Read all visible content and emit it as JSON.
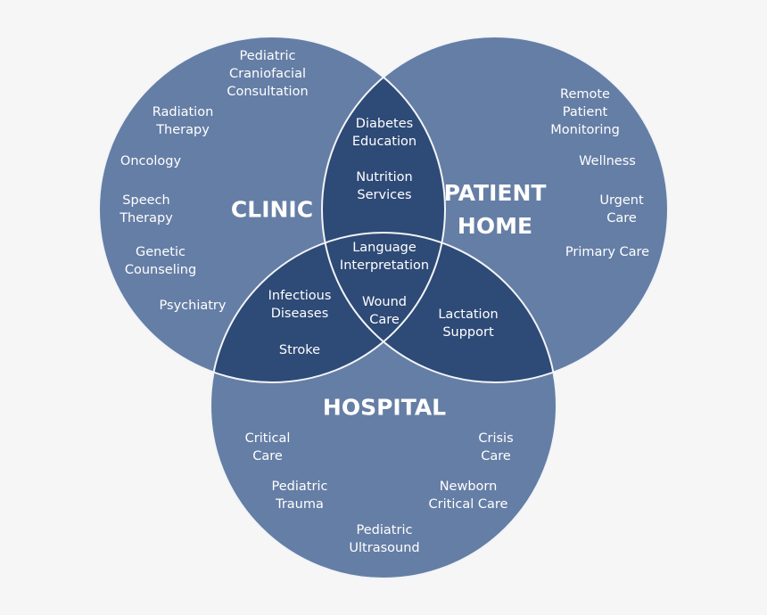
{
  "colors": {
    "background": "#f6f6f6",
    "circle_fill": "#657ea5",
    "circle_outline": "#f2f4f8",
    "overlap_fill": "#2e4a76",
    "text": "#ffffff"
  },
  "sets": [
    {
      "id": "clinic",
      "title": [
        "CLINIC"
      ]
    },
    {
      "id": "patient-home",
      "title": [
        "PATIENT",
        "HOME"
      ]
    },
    {
      "id": "hospital",
      "title": [
        "HOSPITAL"
      ]
    }
  ],
  "regions": {
    "clinic_only": [
      [
        "Pediatric",
        "Craniofacial",
        "Consultation"
      ],
      [
        "Radiation",
        "Therapy"
      ],
      [
        "Oncology"
      ],
      [
        "Speech",
        "Therapy"
      ],
      [
        "Genetic",
        "Counseling"
      ],
      [
        "Psychiatry"
      ]
    ],
    "home_only": [
      [
        "Remote",
        "Patient",
        "Monitoring"
      ],
      [
        "Wellness"
      ],
      [
        "Urgent",
        "Care"
      ],
      [
        "Primary Care"
      ]
    ],
    "hospital_only": [
      [
        "Critical",
        "Care"
      ],
      [
        "Crisis",
        "Care"
      ],
      [
        "Pediatric",
        "Trauma"
      ],
      [
        "Newborn",
        "Critical Care"
      ],
      [
        "Pediatric",
        "Ultrasound"
      ]
    ],
    "clinic_home": [
      [
        "Diabetes",
        "Education"
      ],
      [
        "Nutrition",
        "Services"
      ]
    ],
    "all_three": [
      [
        "Language",
        "Interpretation"
      ],
      [
        "Wound",
        "Care"
      ]
    ],
    "clinic_hospital": [
      [
        "Infectious",
        "Diseases"
      ],
      [
        "Stroke"
      ]
    ],
    "home_hospital": [
      [
        "Lactation",
        "Support"
      ]
    ]
  }
}
